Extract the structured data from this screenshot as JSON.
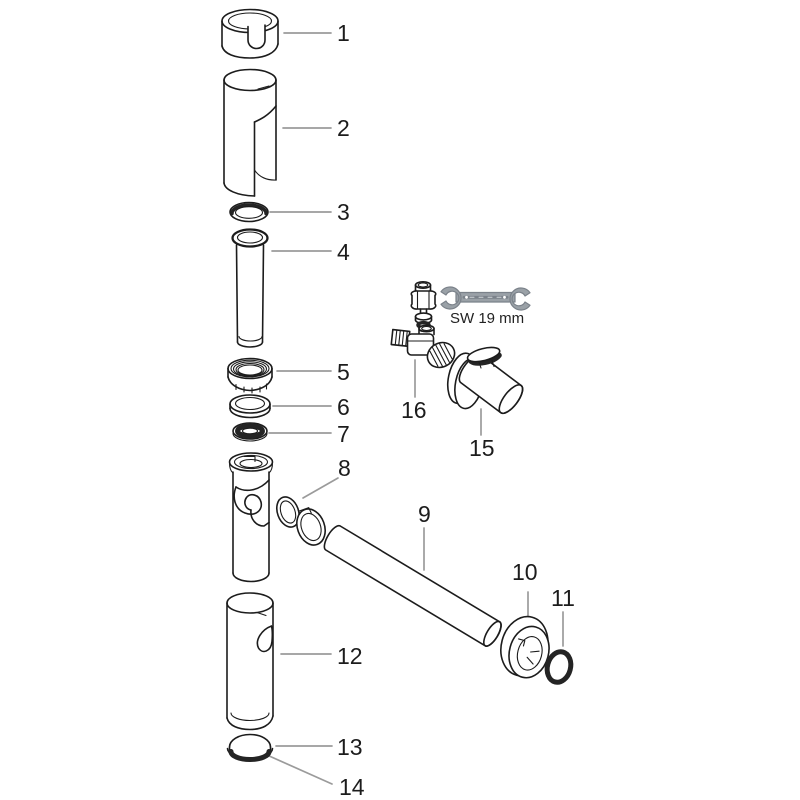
{
  "diagram": {
    "type": "exploded-parts-diagram",
    "background": "#ffffff"
  },
  "colors": {
    "line": "#1c1c1c",
    "leader": "#9b9b9b",
    "seal_dark": "#242424",
    "wrench_fill": "#9aa1a7",
    "wrench_stroke": "#7b828a"
  },
  "tool_note": {
    "icon": "wrench-icon",
    "label": "SW 19 mm"
  },
  "parts": [
    {
      "label": "1"
    },
    {
      "label": "2"
    },
    {
      "label": "3"
    },
    {
      "label": "4"
    },
    {
      "label": "5"
    },
    {
      "label": "6"
    },
    {
      "label": "7"
    },
    {
      "label": "8"
    },
    {
      "label": "9"
    },
    {
      "label": "10"
    },
    {
      "label": "11"
    },
    {
      "label": "12"
    },
    {
      "label": "13"
    },
    {
      "label": "14"
    },
    {
      "label": "15"
    },
    {
      "label": "16"
    }
  ]
}
